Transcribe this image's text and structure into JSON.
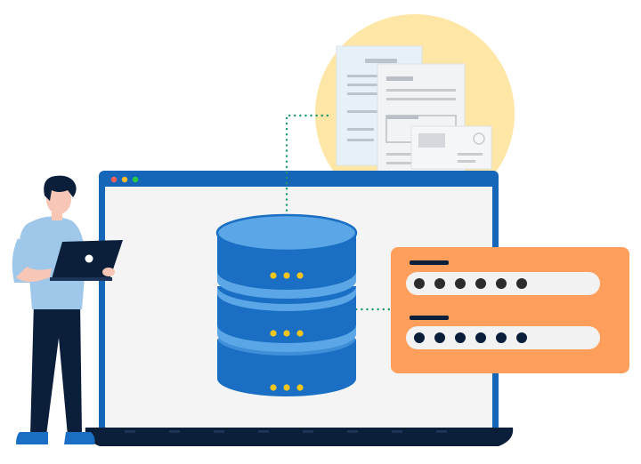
{
  "colors": {
    "background": "#ffffff",
    "laptop_frame": "#1565b8",
    "laptop_screen": "#f4f4f4",
    "laptop_base": "#0b1e3a",
    "database_blue": "#1a6fc4",
    "database_top": "#5aa6e6",
    "database_dots": "#f4c51a",
    "connector_dots": "#1a9a6a",
    "document_circle": "#fde6a6",
    "document_paper": "#f2f3f5",
    "login_card": "#ff9f5b",
    "password_field": "#f2f2f2",
    "password_dot": "#2c2c2c",
    "person_shirt": "#9fc7ea",
    "person_pants": "#0b1e3a",
    "person_skin": "#f7c6b4",
    "person_hair": "#0b1e3a",
    "person_shoes": "#1a6fc4",
    "window_dot_red": "#ff5f56",
    "window_dot_yellow": "#ffbd2e",
    "window_dot_green": "#27c93f"
  },
  "icons": {
    "person": "person-with-laptop-icon",
    "database": "database-stack-icon",
    "documents": "documents-stack-icon",
    "envelope": "envelope-icon",
    "login": "login-card-icon"
  },
  "login_card": {
    "fields": [
      {
        "masked_chars": 6
      },
      {
        "masked_chars": 6
      }
    ]
  },
  "database": {
    "disk_count": 3,
    "dots_per_disk": 3
  }
}
